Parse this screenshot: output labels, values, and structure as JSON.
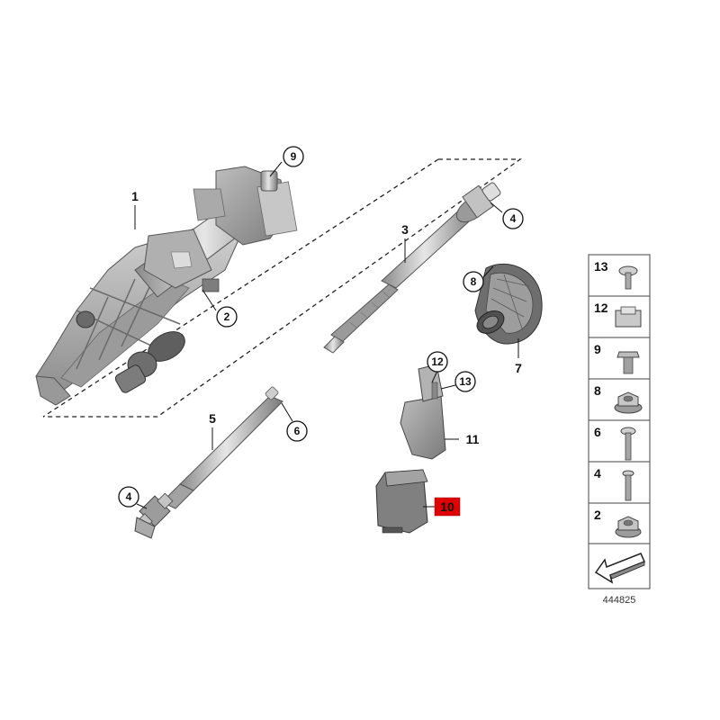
{
  "callouts": {
    "c1": "1",
    "c2": "2",
    "c3": "3",
    "c4a": "4",
    "c4b": "4",
    "c5": "5",
    "c6": "6",
    "c7": "7",
    "c8": "8",
    "c9": "9",
    "c10": "10",
    "c11": "11",
    "c12": "12",
    "c13": "13"
  },
  "fastener_table": [
    {
      "num": "13",
      "icon": "screw-icon"
    },
    {
      "num": "12",
      "icon": "clip-nut-icon"
    },
    {
      "num": "9",
      "icon": "hex-bolt-icon"
    },
    {
      "num": "8",
      "icon": "flange-nut-icon"
    },
    {
      "num": "6",
      "icon": "long-bolt-icon"
    },
    {
      "num": "4",
      "icon": "bolt-icon"
    },
    {
      "num": "2",
      "icon": "hex-nut-icon"
    }
  ],
  "diagram_number": "444825",
  "colors": {
    "highlight": "#e00000",
    "metal": "#b8b8b8",
    "dark": "#555555"
  }
}
